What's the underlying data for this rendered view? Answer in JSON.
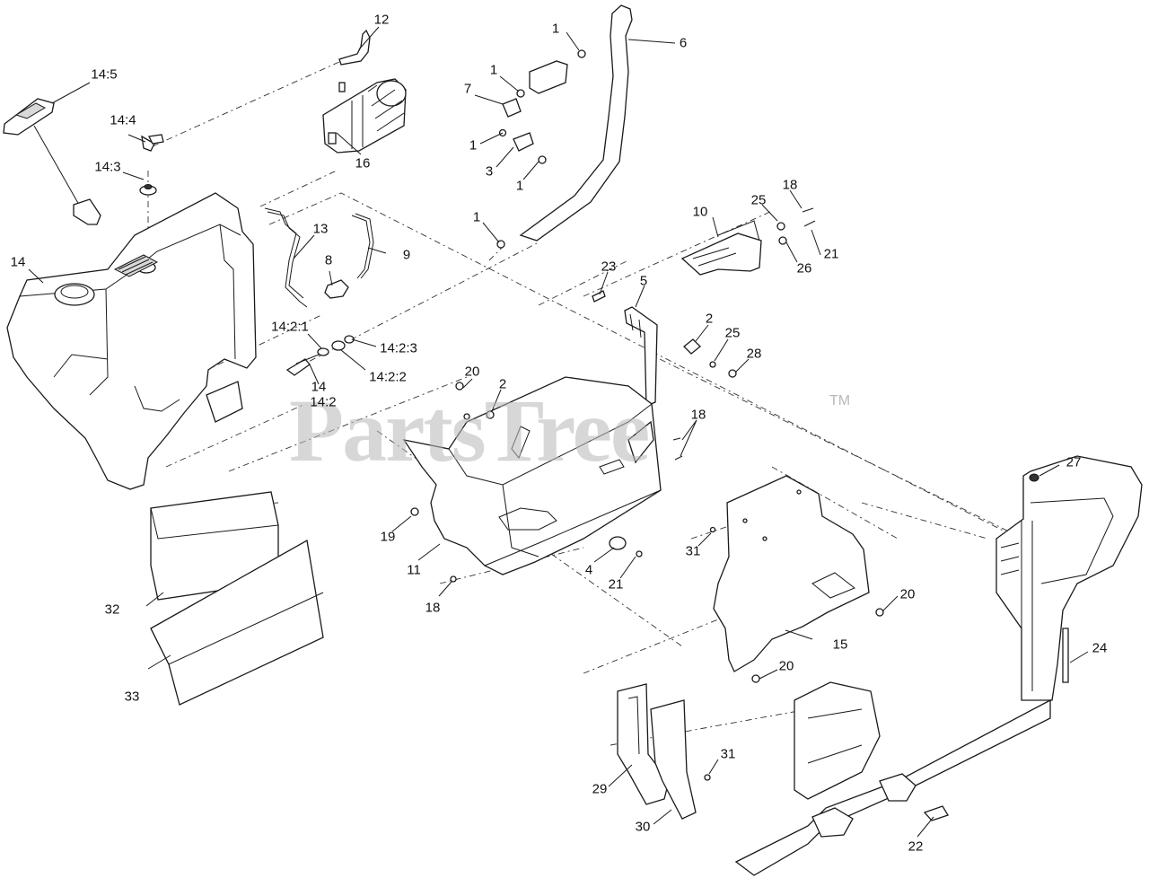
{
  "watermark": {
    "brand": "PartsTree",
    "tm": "TM"
  },
  "callouts": [
    {
      "id": "c-12",
      "text": "12"
    },
    {
      "id": "c-14-5",
      "text": "14:5"
    },
    {
      "id": "c-14-4",
      "text": "14:4"
    },
    {
      "id": "c-14-3",
      "text": "14:3"
    },
    {
      "id": "c-16",
      "text": "16"
    },
    {
      "id": "c-14",
      "text": "14"
    },
    {
      "id": "c-13",
      "text": "13"
    },
    {
      "id": "c-9",
      "text": "9"
    },
    {
      "id": "c-8",
      "text": "8"
    },
    {
      "id": "c-14-2-1",
      "text": "14:2:1"
    },
    {
      "id": "c-14-2-3",
      "text": "14:2:3"
    },
    {
      "id": "c-14-2-2",
      "text": "14:2:2"
    },
    {
      "id": "c-14b",
      "text": "14"
    },
    {
      "id": "c-14-2",
      "text": "14:2"
    },
    {
      "id": "c-32",
      "text": "32"
    },
    {
      "id": "c-33",
      "text": "33"
    },
    {
      "id": "c-1a",
      "text": "1"
    },
    {
      "id": "c-6",
      "text": "6"
    },
    {
      "id": "c-1b",
      "text": "1"
    },
    {
      "id": "c-7",
      "text": "7"
    },
    {
      "id": "c-1c",
      "text": "1"
    },
    {
      "id": "c-3",
      "text": "3"
    },
    {
      "id": "c-1d",
      "text": "1"
    },
    {
      "id": "c-1e",
      "text": "1"
    },
    {
      "id": "c-18a",
      "text": "18"
    },
    {
      "id": "c-25a",
      "text": "25"
    },
    {
      "id": "c-10",
      "text": "10"
    },
    {
      "id": "c-21a",
      "text": "21"
    },
    {
      "id": "c-26",
      "text": "26"
    },
    {
      "id": "c-23",
      "text": "23"
    },
    {
      "id": "c-5",
      "text": "5"
    },
    {
      "id": "c-2a",
      "text": "2"
    },
    {
      "id": "c-25b",
      "text": "25"
    },
    {
      "id": "c-28",
      "text": "28"
    },
    {
      "id": "c-20a",
      "text": "20"
    },
    {
      "id": "c-2b",
      "text": "2"
    },
    {
      "id": "c-18b",
      "text": "18"
    },
    {
      "id": "c-19",
      "text": "19"
    },
    {
      "id": "c-11",
      "text": "11"
    },
    {
      "id": "c-4",
      "text": "4"
    },
    {
      "id": "c-21b",
      "text": "21"
    },
    {
      "id": "c-18c",
      "text": "18"
    },
    {
      "id": "c-31a",
      "text": "31"
    },
    {
      "id": "c-20b",
      "text": "20"
    },
    {
      "id": "c-15",
      "text": "15"
    },
    {
      "id": "c-20c",
      "text": "20"
    },
    {
      "id": "c-27",
      "text": "27"
    },
    {
      "id": "c-24",
      "text": "24"
    },
    {
      "id": "c-29",
      "text": "29"
    },
    {
      "id": "c-30",
      "text": "30"
    },
    {
      "id": "c-31b",
      "text": "31"
    },
    {
      "id": "c-22",
      "text": "22"
    }
  ]
}
